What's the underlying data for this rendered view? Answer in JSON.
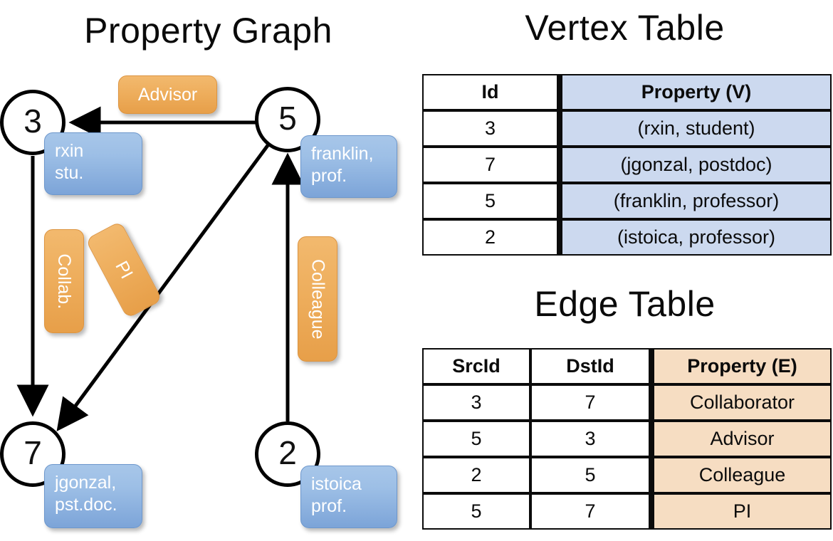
{
  "titles": {
    "property_graph": "Property Graph",
    "vertex_table": "Vertex Table",
    "edge_table": "Edge Table"
  },
  "graph": {
    "nodes": [
      {
        "id": "3",
        "property": "rxin\nstu."
      },
      {
        "id": "5",
        "property": "franklin,\nprof."
      },
      {
        "id": "7",
        "property": "jgonzal,\npst.doc."
      },
      {
        "id": "2",
        "property": "istoica\nprof."
      }
    ],
    "node_labels": {
      "n3": "3",
      "n5": "5",
      "n7": "7",
      "n2": "2"
    },
    "node_properties": {
      "rxin_line1": "rxin",
      "rxin_line2": "stu.",
      "franklin_line1": "franklin,",
      "franklin_line2": "prof.",
      "jgonzal_line1": "jgonzal,",
      "jgonzal_line2": "pst.doc.",
      "istoica_line1": "istoica",
      "istoica_line2": "prof."
    },
    "edge_labels": {
      "advisor": "Advisor",
      "collab": "Collab.",
      "pi": "PI",
      "colleague": "Colleague"
    },
    "edges": [
      {
        "from": "5",
        "to": "3",
        "label": "Advisor"
      },
      {
        "from": "3",
        "to": "7",
        "label": "Collab."
      },
      {
        "from": "5",
        "to": "7",
        "label": "PI"
      },
      {
        "from": "2",
        "to": "5",
        "label": "Colleague"
      }
    ]
  },
  "vertex_table": {
    "headers": [
      "Id",
      "Property (V)"
    ],
    "rows": [
      [
        "3",
        "(rxin, student)"
      ],
      [
        "7",
        "(jgonzal, postdoc)"
      ],
      [
        "5",
        "(franklin, professor)"
      ],
      [
        "2",
        "(istoica, professor)"
      ]
    ]
  },
  "edge_table": {
    "headers": [
      "SrcId",
      "DstId",
      "Property (E)"
    ],
    "rows": [
      [
        "3",
        "7",
        "Collaborator"
      ],
      [
        "5",
        "3",
        "Advisor"
      ],
      [
        "2",
        "5",
        "Colleague"
      ],
      [
        "5",
        "7",
        "PI"
      ]
    ]
  },
  "colors": {
    "vertex_property_fill": "#ccd9ef",
    "edge_property_fill": "#f6ddc2",
    "node_box_blue": "#9dbfe6",
    "edge_label_orange": "#eeae5d",
    "stroke": "#0b0b0b",
    "background": "#ffffff"
  }
}
